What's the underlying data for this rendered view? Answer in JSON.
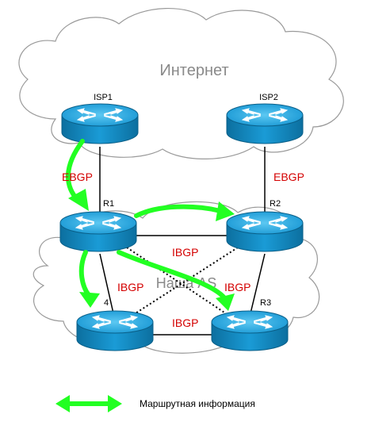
{
  "clouds": {
    "internet_label": "Интернет",
    "our_as_label": "Наша AS"
  },
  "routers": {
    "isp1": "ISP1",
    "isp2": "ISP2",
    "r1": "R1",
    "r2": "R2",
    "r3": "R3",
    "r4": "4"
  },
  "links": {
    "ebgp_left": "EBGP",
    "ebgp_right": "EBGP",
    "ibgp_r1_r2": "IBGP",
    "ibgp_r1_r4": "IBGP",
    "ibgp_r2_r3": "IBGP",
    "ibgp_r4_r3": "IBGP"
  },
  "legend": {
    "routing_info_label": "Маршрутная информация"
  },
  "colors": {
    "router_top": "#1ba6e0",
    "router_side": "#0a7fb5",
    "flow_arrow": "#22ff22",
    "bgp_label": "#d40000",
    "cloud_stroke": "#9a9a9a",
    "cloud_text": "#8a8a8a"
  }
}
